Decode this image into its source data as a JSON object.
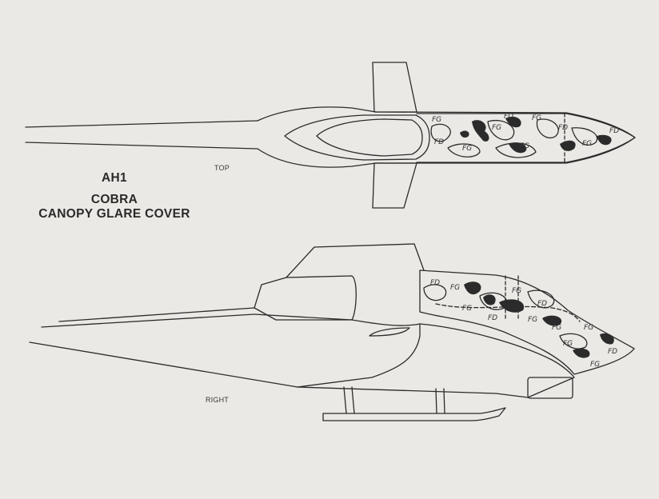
{
  "title": {
    "line1": "AH1",
    "line2": "COBRA",
    "line3": "CANOPY GLARE COVER"
  },
  "views": {
    "top": "TOP",
    "right": "RIGHT"
  },
  "camo_codes": {
    "green": "FG",
    "drab": "FD"
  },
  "colors": {
    "paper": "#ebe9e5",
    "ink": "#2b2b2b"
  }
}
